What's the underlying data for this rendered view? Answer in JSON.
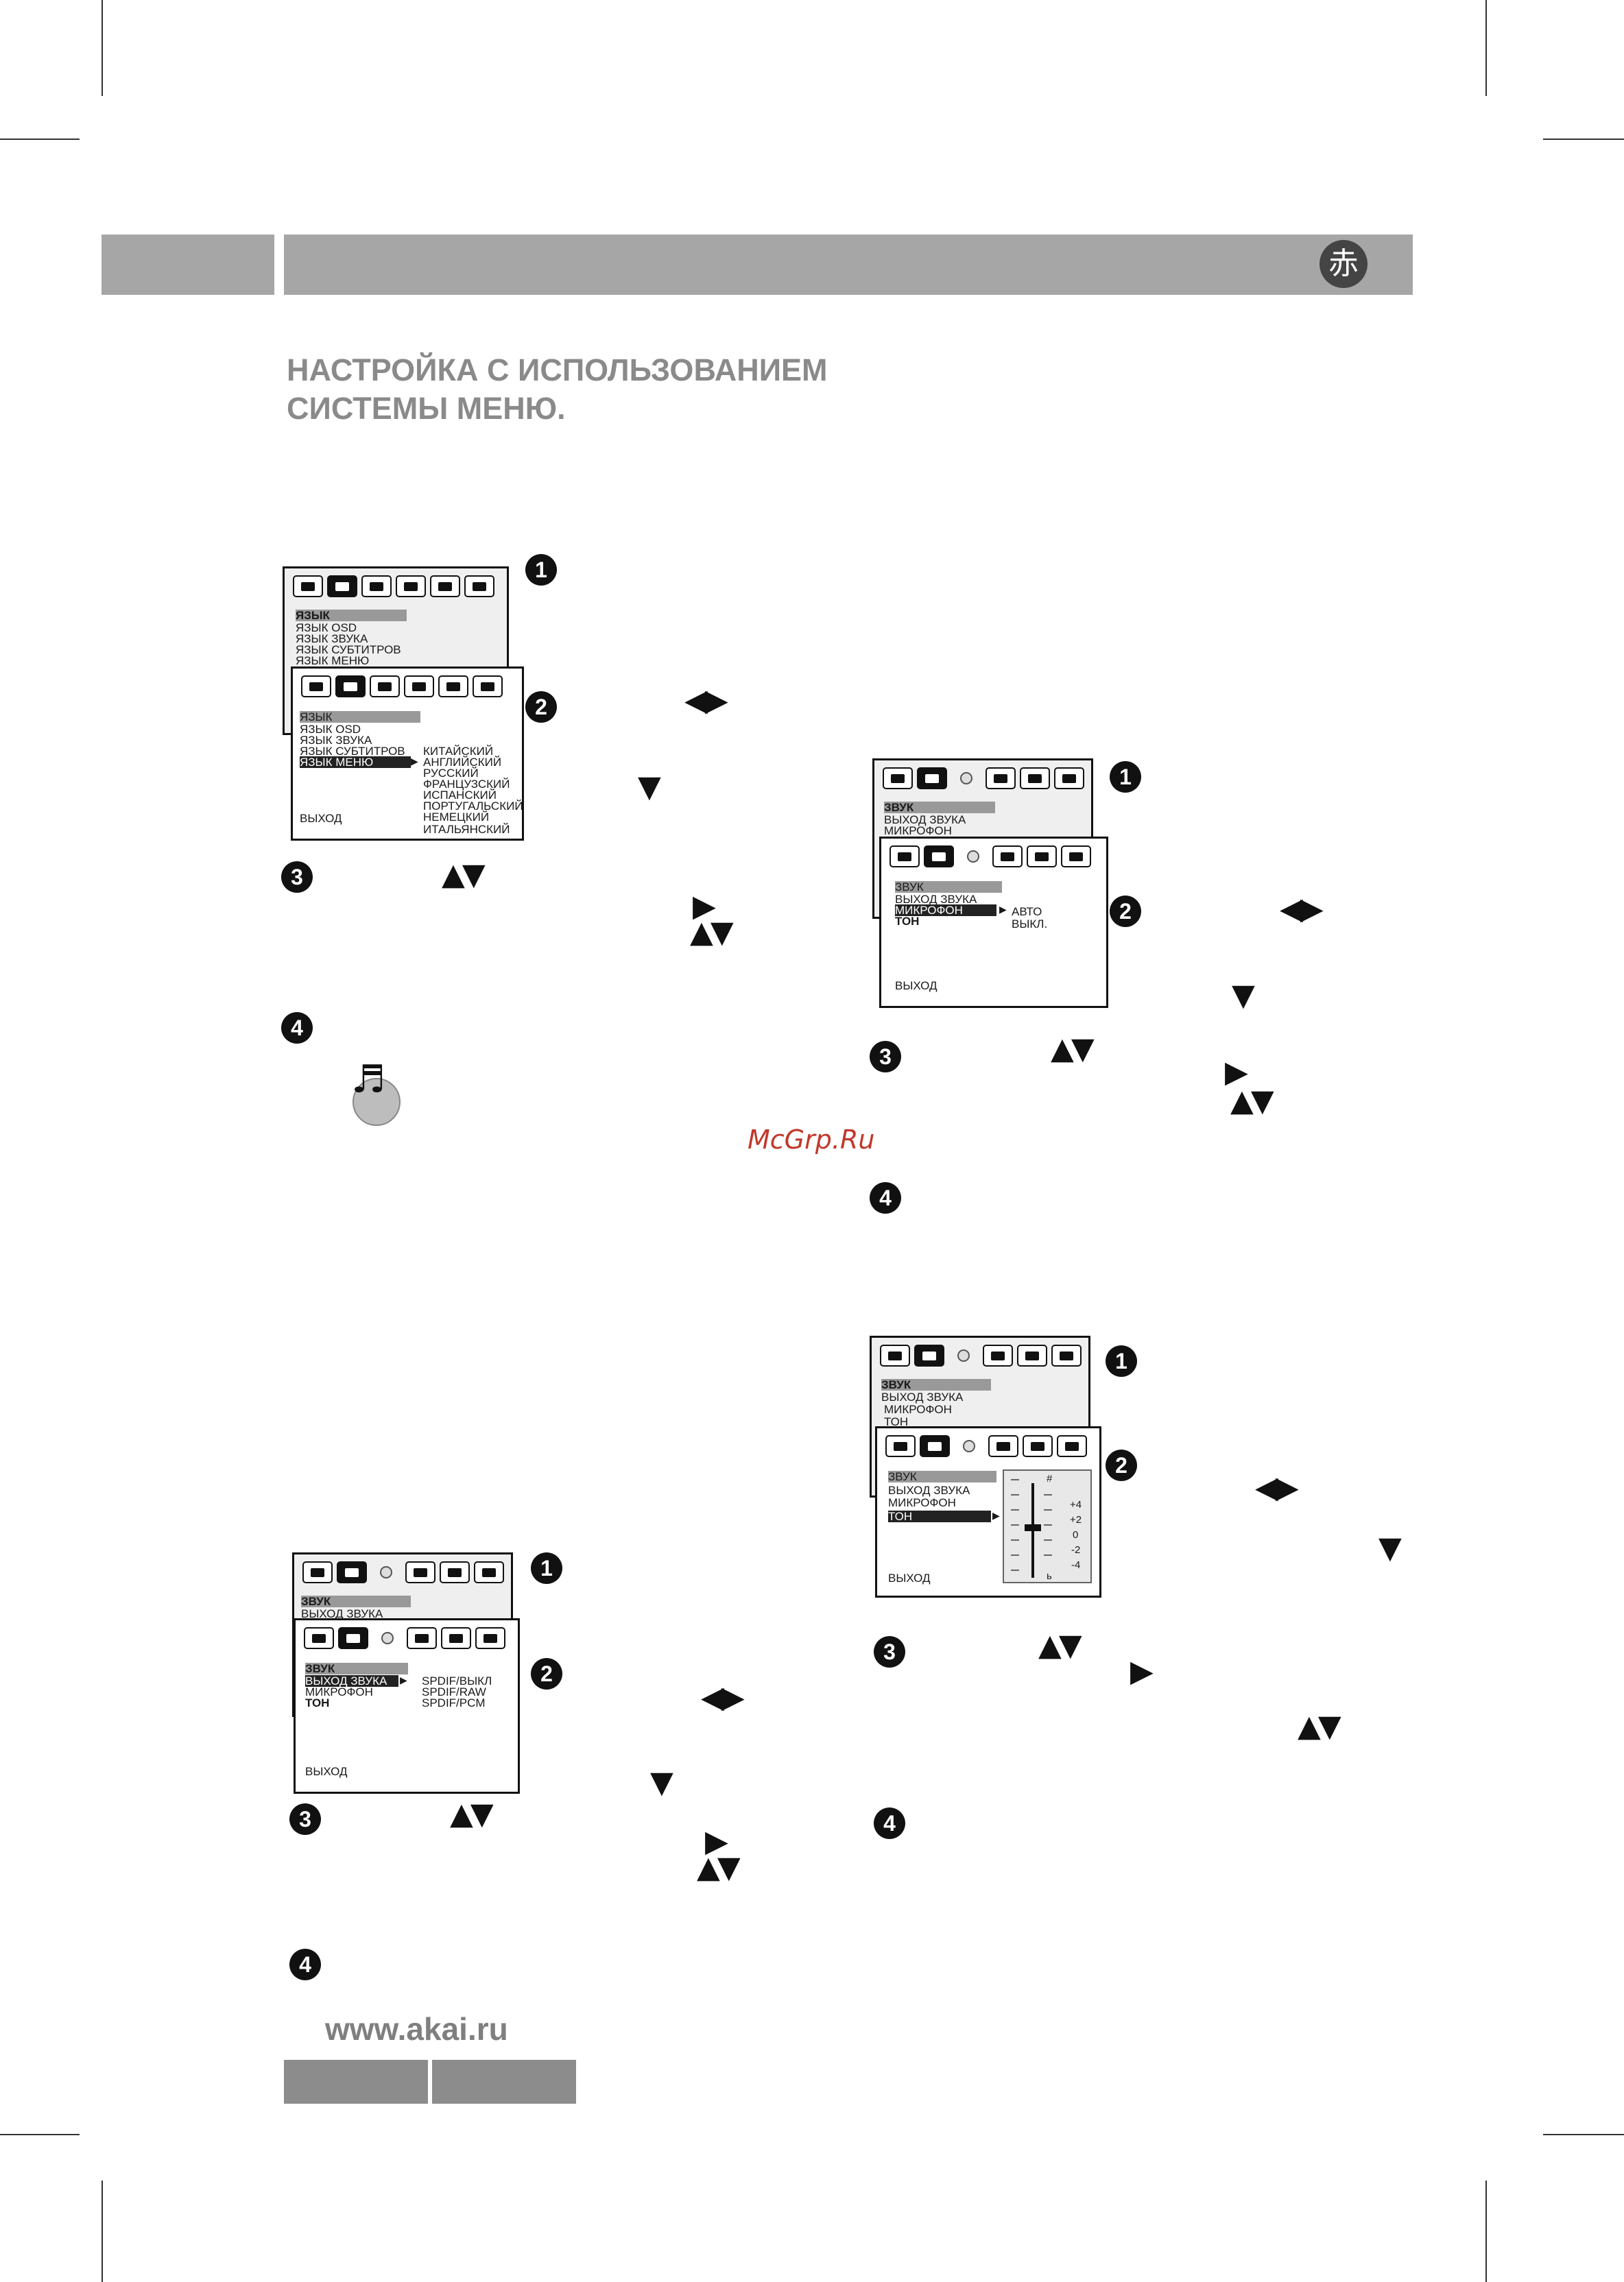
{
  "header": {
    "icon_glyph": "赤"
  },
  "title": "НАСТРОЙКА С ИСПОЛЬЗОВАНИЕМ\nСИСТЕМЫ МЕНЮ.",
  "steps": {
    "n1": "1",
    "n2": "2",
    "n3": "3",
    "n4": "4"
  },
  "arrows": {
    "lr": "◀▶",
    "down": "▼",
    "updown": "▲▼",
    "right": "▶"
  },
  "music_glyph": "♬",
  "watermark": "McGrp.Ru",
  "footer": {
    "url": "www.akai.ru"
  },
  "menu1": {
    "back": {
      "items": [
        "ЯЗЫК",
        "ЯЗЫК OSD",
        "ЯЗЫК ЗВУКА",
        "ЯЗЫК СУБТИТРОВ",
        "ЯЗЫК МЕНЮ"
      ]
    },
    "front": {
      "items": [
        "ЯЗЫК",
        "ЯЗЫК OSD",
        "ЯЗЫК ЗВУКА",
        "ЯЗЫК СУБТИТРОВ",
        "ЯЗЫК МЕНЮ"
      ],
      "options": [
        "КИТАЙСКИЙ",
        "АНГЛИЙСКИЙ",
        "РУССКИЙ",
        "ФРАНЦУЗСКИЙ",
        "ИСПАНСКИЙ",
        "ПОРТУГАЛЬСКИЙ",
        "НЕМЕЦКИЙ",
        "ИТАЛЬЯНСКИЙ"
      ],
      "exit": "ВЫХОД"
    }
  },
  "menu2": {
    "back": {
      "items": [
        "ЗВУК",
        "ВЫХОД ЗВУКА"
      ]
    },
    "front": {
      "items": [
        "ЗВУК",
        "ВЫХОД ЗВУКА",
        "МИКРОФОН",
        "ТОН"
      ],
      "options": [
        "SPDIF/ВЫКЛ",
        "SPDIF/RAW",
        "SPDIF/PCM"
      ],
      "exit": "ВЫХОД"
    }
  },
  "menu3": {
    "back": {
      "items": [
        "ЗВУК",
        "ВЫХОД ЗВУКА",
        "МИКРОФОН"
      ]
    },
    "front": {
      "items": [
        "ЗВУК",
        "ВЫХОД ЗВУКА",
        "МИКРОФОН",
        "ТОН"
      ],
      "options": [
        "АВТО",
        "ВЫКЛ."
      ],
      "exit": "ВЫХОД"
    }
  },
  "menu4": {
    "back": {
      "items": [
        "ЗВУК",
        "ВЫХОД ЗВУКА",
        "МИКРОФОН",
        "ТОН"
      ]
    },
    "front": {
      "items": [
        "ЗВУК",
        "ВЫХОД ЗВУКА",
        "МИКРОФОН",
        "ТОН"
      ],
      "exit": "ВЫХОД",
      "slider": {
        "top": "#",
        "bottom": "ь",
        "levels": [
          "+4",
          "+2",
          "0",
          "-2",
          "-4"
        ]
      }
    }
  }
}
